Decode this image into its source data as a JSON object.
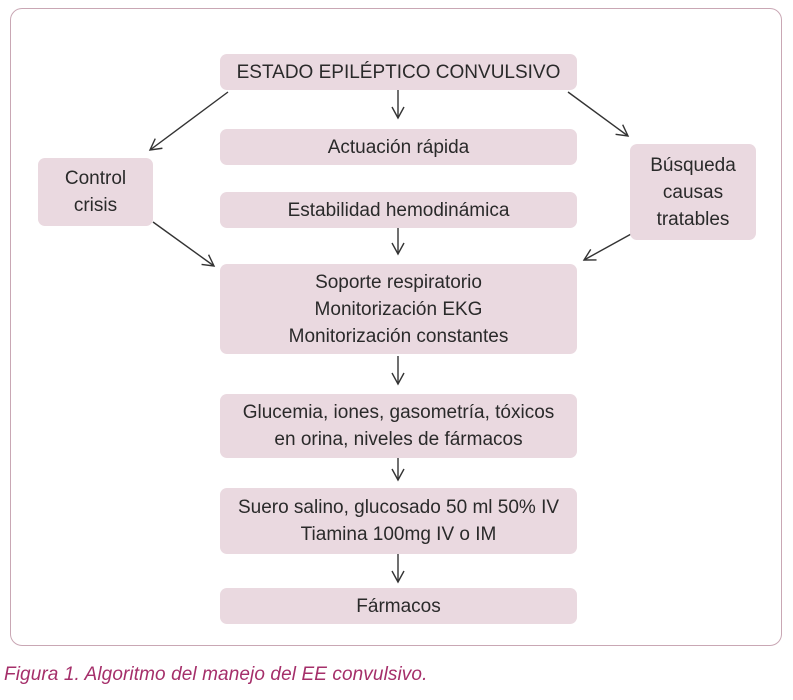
{
  "flowchart": {
    "title_box": "ESTADO EPILÉPTICO CONVULSIVO",
    "step_actuacion": "Actuación rápida",
    "step_estabilidad": "Estabilidad hemodinámica",
    "step_soporte": [
      "Soporte respiratorio",
      "Monitorización EKG",
      "Monitorización constantes"
    ],
    "step_analitica": [
      "Glucemia, iones, gasometría, tóxicos",
      "en orina, niveles de fármacos"
    ],
    "step_suero": [
      "Suero salino, glucosado 50 ml 50% IV",
      "Tiamina 100mg IV o IM"
    ],
    "step_farmacos": "Fármacos",
    "side_left": [
      "Control",
      "crisis"
    ],
    "side_right": [
      "Búsqueda",
      "causas",
      "tratables"
    ]
  },
  "caption": "Figura 1. Algoritmo del manejo del EE convulsivo.",
  "colors": {
    "box_fill": "#ead9e0",
    "frame_border": "#c9a7b4",
    "caption": "#a52f6a",
    "arrow": "#333333"
  }
}
